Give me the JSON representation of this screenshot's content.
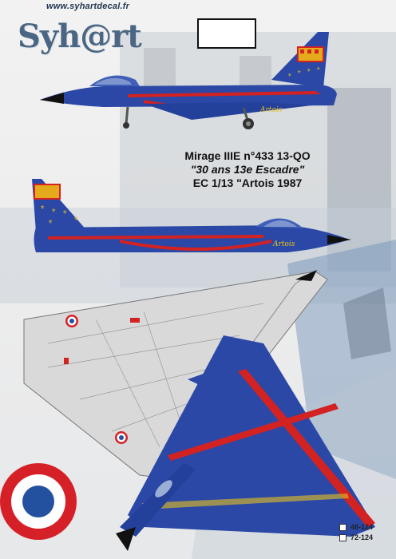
{
  "header": {
    "url": "www.syhartdecal.fr",
    "logo_text": "Syh@rt"
  },
  "title": {
    "line1": "Mirage IIIE n°433 13-QO",
    "line2": "\"30 ans 13e Escadre\"",
    "line3": "EC 1/13 \"Artois 1987"
  },
  "fuselage_script": "Artois",
  "scales": [
    {
      "label": "48-124"
    },
    {
      "label": "72-124"
    }
  ],
  "colors": {
    "livery_blue": "#2b48a6",
    "stripe_red": "#d32222",
    "stripe_yellow": "#e8c21a",
    "underside_grey": "#d9d9d9",
    "roundel_red": "#d62027",
    "roundel_blue": "#2450a0"
  }
}
